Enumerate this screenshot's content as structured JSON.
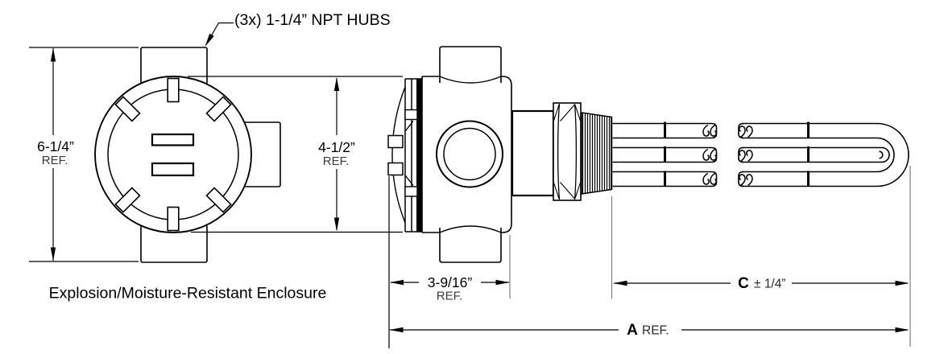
{
  "callout": {
    "hubs": "(3x) 1-1/4” NPT HUBS"
  },
  "caption": "Explosion/Moisture-Resistant Enclosure",
  "dimensions": {
    "front_height": {
      "value": "6-1/4”",
      "ref": "REF."
    },
    "side_height": {
      "value": "4-1/2”",
      "ref": "REF."
    },
    "hub_depth": {
      "value": "3-9/16”",
      "ref": "REF."
    },
    "immersion": {
      "letter": "C",
      "tolerance": "± 1/4”"
    },
    "overall": {
      "letter": "A",
      "ref": "REF."
    }
  },
  "colors": {
    "line": "#000000",
    "extension_line": "#808080",
    "background": "#ffffff"
  }
}
